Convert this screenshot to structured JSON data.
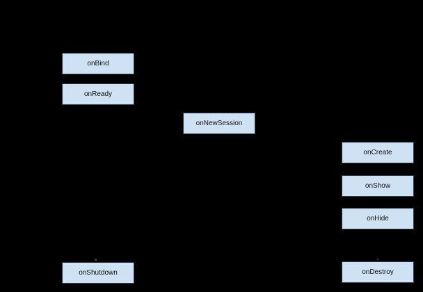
{
  "diagram": {
    "type": "lifecycle-flow",
    "nodes": [
      {
        "id": "onBind",
        "label": "onBind"
      },
      {
        "id": "onReady",
        "label": "onReady"
      },
      {
        "id": "onNewSession",
        "label": "onNewSession"
      },
      {
        "id": "onCreate",
        "label": "onCreate"
      },
      {
        "id": "onShow",
        "label": "onShow"
      },
      {
        "id": "onHide",
        "label": "onHide"
      },
      {
        "id": "onDestroy",
        "label": "onDestroy"
      },
      {
        "id": "onShutdown",
        "label": "onShutdown"
      }
    ]
  },
  "colors": {
    "canvas_bg": "#000000",
    "node_fill": "#cfe2f3",
    "node_border": "#2e3b4c",
    "node_text": "#111111",
    "artifact_color": "#3a4048"
  }
}
